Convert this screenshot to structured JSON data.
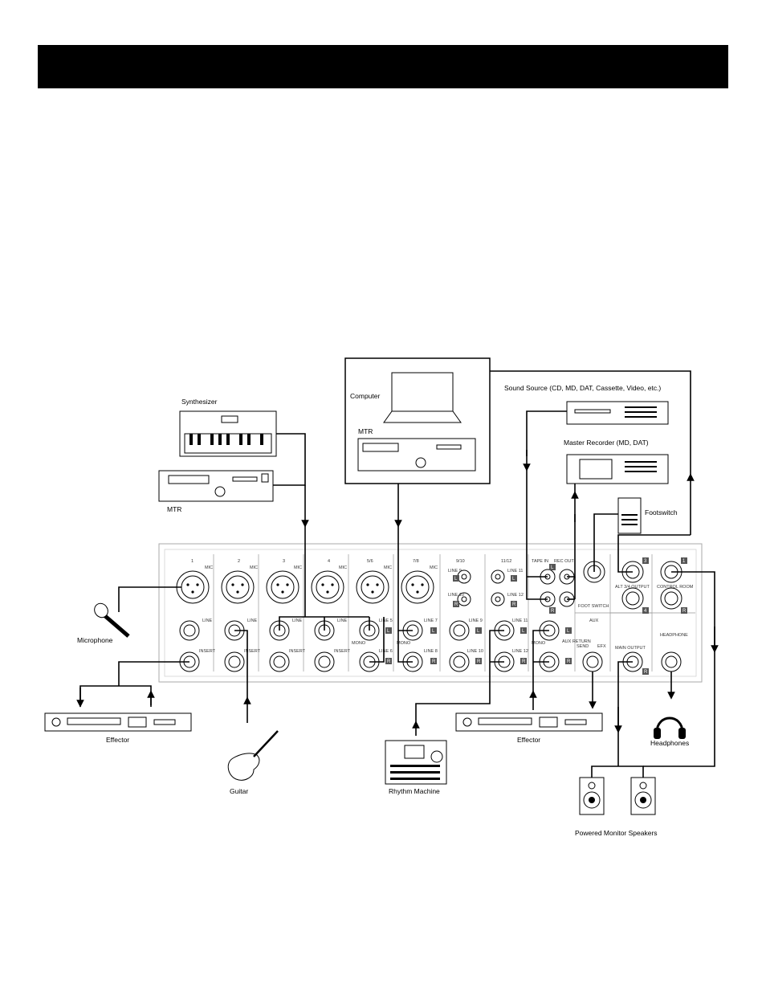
{
  "devices": {
    "synthesizer": "Synthesizer",
    "mtr_left": "MTR",
    "computer": "Computer",
    "mtr_center": "MTR",
    "sound_source": "Sound Source (CD, MD, DAT, Cassette, Video, etc.)",
    "master_recorder": "Master Recorder (MD, DAT)",
    "footswitch": "Footswitch",
    "microphone": "Microphone",
    "effector_left": "Effector",
    "guitar": "Guitar",
    "rhythm_machine": "Rhythm Machine",
    "effector_right": "Effector",
    "headphones": "Headphones",
    "powered_monitor_speakers": "Powered Monitor Speakers"
  },
  "panel": {
    "ch1": "1",
    "ch2": "2",
    "ch3": "3",
    "ch4": "4",
    "ch56": "5/6",
    "ch78": "7/8",
    "ch910": "9/10",
    "ch1112": "11/12",
    "mic": "MIC",
    "line": "LINE",
    "insert": "INSERT",
    "line5": "LINE 5",
    "line6": "LINE 6",
    "line7": "LINE 7",
    "line8": "LINE 8",
    "line9": "LINE 9",
    "line10": "LINE 10",
    "line11": "LINE 11",
    "line12": "LINE 12",
    "mono": "MONO",
    "tape_in": "TAPE IN",
    "rec_out": "REC OUT",
    "aux": "AUX",
    "aux_return": "AUX RETURN",
    "send": "SEND",
    "efx": "EFX",
    "foot_switch": "FOOT SWITCH",
    "alt34_output": "ALT 3/4 OUTPUT",
    "main_output": "MAIN OUTPUT",
    "control_room": "CONTROL ROOM",
    "headphone": "HEADPHONE",
    "l": "L",
    "r": "R",
    "n3": "3",
    "n4": "4",
    "n1": "1"
  }
}
